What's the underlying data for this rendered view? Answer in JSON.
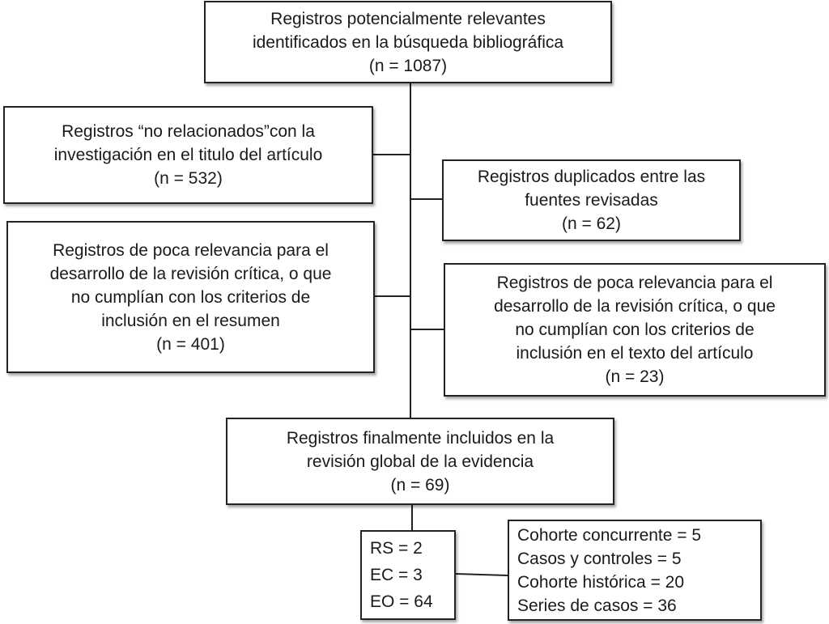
{
  "boxes": {
    "identified": {
      "lines": [
        "Registros potencialmente relevantes",
        "identificados en la búsqueda bibliográfica",
        "(n = 1087)"
      ]
    },
    "unrelated_title": {
      "lines": [
        "Registros “no relacionados”con la",
        "investigación en el titulo del artículo",
        "(n = 532)"
      ]
    },
    "duplicates": {
      "lines": [
        "Registros duplicados entre las",
        "fuentes revisadas",
        "(n = 62)"
      ]
    },
    "low_relevance_abstract": {
      "lines": [
        "Registros de poca relevancia para el",
        "desarrollo de la revisión crítica, o que",
        "no cumplían con los criterios de",
        "inclusión en el resumen",
        "(n = 401)"
      ]
    },
    "low_relevance_fulltext": {
      "lines": [
        "Registros de poca relevancia para el",
        "desarrollo de la revisión crítica, o que",
        "no cumplían con los criterios de",
        "inclusión en el texto del artículo",
        "(n = 23)"
      ]
    },
    "included": {
      "lines": [
        "Registros finalmente incluidos en la",
        "revisión global de la evidencia",
        "(n = 69)"
      ]
    },
    "study_types": {
      "lines": [
        "RS = 2",
        "EC = 3",
        "EO = 64"
      ]
    },
    "observational_breakdown": {
      "lines": [
        "Cohorte concurrente  = 5",
        "Casos y controles  = 5",
        "Cohorte histórica  = 20",
        "Series de casos = 36"
      ]
    }
  }
}
